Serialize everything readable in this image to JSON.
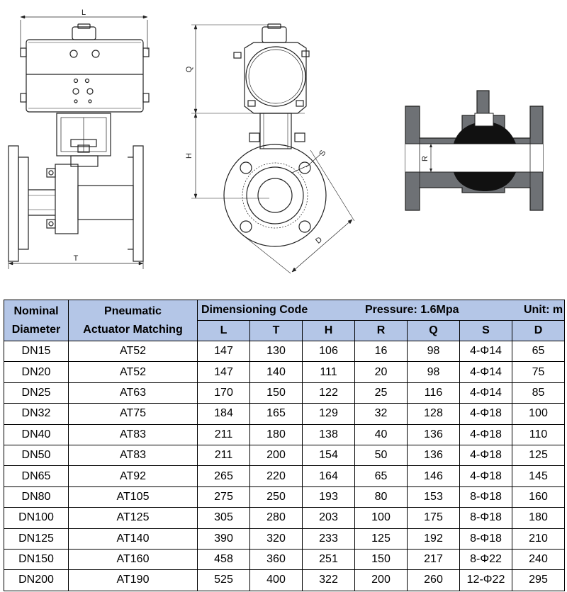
{
  "drawing_labels": {
    "L": "L",
    "T": "T",
    "Q": "Q",
    "H": "H",
    "S": "S",
    "D": "D",
    "R": "R"
  },
  "table": {
    "header_nominal": [
      "Nominal",
      "Diameter"
    ],
    "header_actuator": [
      "Pneumatic",
      "Actuator Matching"
    ],
    "dimensioning_code": "Dimensioning Code",
    "pressure": "Pressure: 1.6Mpa",
    "unit": "Unit: m",
    "columns": [
      "L",
      "T",
      "H",
      "R",
      "Q",
      "S",
      "D"
    ],
    "rows": [
      [
        "DN15",
        "AT52",
        "147",
        "130",
        "106",
        "16",
        "98",
        "4-Φ14",
        "65"
      ],
      [
        "DN20",
        "AT52",
        "147",
        "140",
        "111",
        "20",
        "98",
        "4-Φ14",
        "75"
      ],
      [
        "DN25",
        "AT63",
        "170",
        "150",
        "122",
        "25",
        "116",
        "4-Φ14",
        "85"
      ],
      [
        "DN32",
        "AT75",
        "184",
        "165",
        "129",
        "32",
        "128",
        "4-Φ18",
        "100"
      ],
      [
        "DN40",
        "AT83",
        "211",
        "180",
        "138",
        "40",
        "136",
        "4-Φ18",
        "110"
      ],
      [
        "DN50",
        "AT83",
        "211",
        "200",
        "154",
        "50",
        "136",
        "4-Φ18",
        "125"
      ],
      [
        "DN65",
        "AT92",
        "265",
        "220",
        "164",
        "65",
        "146",
        "4-Φ18",
        "145"
      ],
      [
        "DN80",
        "AT105",
        "275",
        "250",
        "193",
        "80",
        "153",
        "8-Φ18",
        "160"
      ],
      [
        "DN100",
        "AT125",
        "305",
        "280",
        "203",
        "100",
        "175",
        "8-Φ18",
        "180"
      ],
      [
        "DN125",
        "AT140",
        "390",
        "320",
        "233",
        "125",
        "192",
        "8-Φ18",
        "210"
      ],
      [
        "DN150",
        "AT160",
        "458",
        "360",
        "251",
        "150",
        "217",
        "8-Φ22",
        "240"
      ],
      [
        "DN200",
        "AT190",
        "525",
        "400",
        "322",
        "200",
        "260",
        "12-Φ22",
        "295"
      ]
    ]
  },
  "colors": {
    "header_bg": "#b4c6e7",
    "section_fill": "#6e7175",
    "ball_fill": "#111111",
    "line": "#222222"
  }
}
